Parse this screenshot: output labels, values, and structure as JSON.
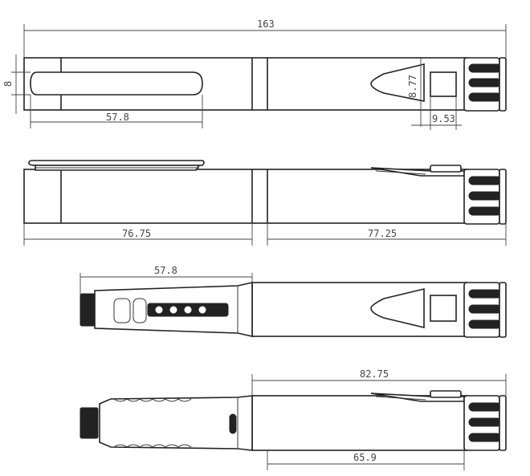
{
  "dimensions": {
    "overall_length": "163",
    "clip_width": "8",
    "window_height": "8.77",
    "clip_length": "57.8",
    "window_width": "9.53",
    "cap_length": "76.75",
    "barrel_length": "77.25",
    "open_extension": "57.8",
    "barrel_with_clip": "82.75",
    "barrel_body": "65.9"
  },
  "colors": {
    "line": "#222222",
    "dimension": "#444444"
  }
}
